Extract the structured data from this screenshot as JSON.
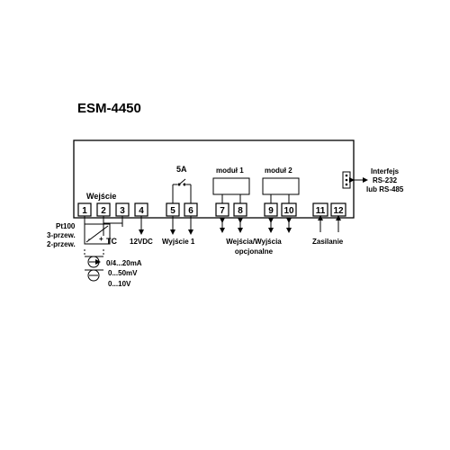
{
  "title": "ESM-4450",
  "terminals": [
    "1",
    "2",
    "3",
    "4",
    "5",
    "6",
    "7",
    "8",
    "9",
    "10",
    "11",
    "12"
  ],
  "labels": {
    "wejscie": "Wejście",
    "pt100": "Pt100",
    "three_wire": "3-przew.",
    "two_wire": "2-przew.",
    "tc": "TC",
    "current": "0/4...20mA",
    "millivolt": "0...50mV",
    "volt": "0...10V",
    "v12": "12VDC",
    "relay_rating": "5A",
    "output1": "Wyjście 1",
    "module1": "moduł 1",
    "module2": "moduł 2",
    "optional_io_line1": "Wejścia/Wyjścia",
    "optional_io_line2": "opcjonalne",
    "power": "Zasilanie",
    "interface_line1": "Interfejs",
    "interface_line2": "RS-232",
    "interface_line3": "lub RS-485"
  }
}
